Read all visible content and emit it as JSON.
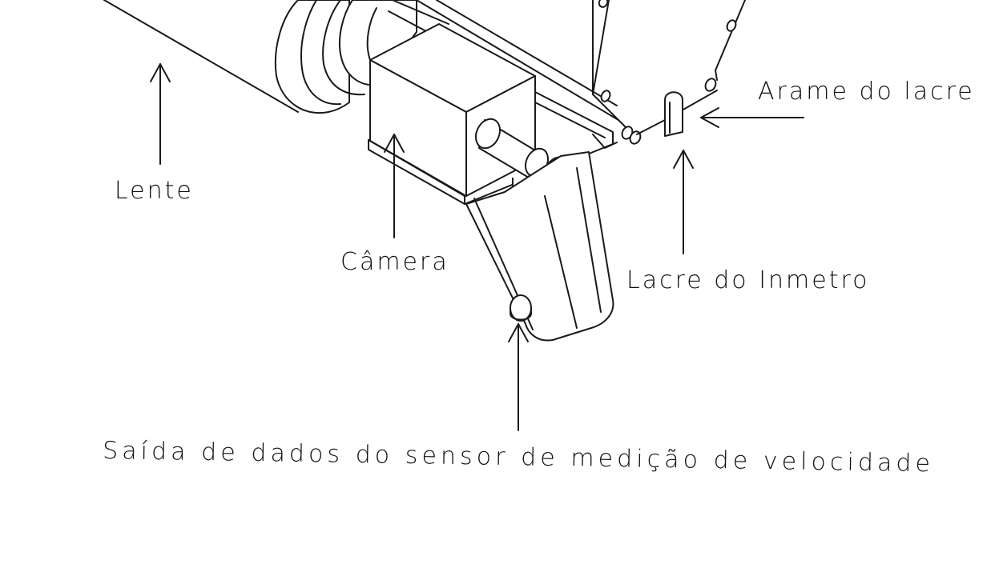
{
  "labels": {
    "lens": "Lente",
    "camera": "Câmera",
    "seal_wire": "Arame do lacre",
    "inmetro_seal": "Lacre do Inmetro",
    "sensor_output": "Saída de dados do sensor de medição de velocidade"
  }
}
